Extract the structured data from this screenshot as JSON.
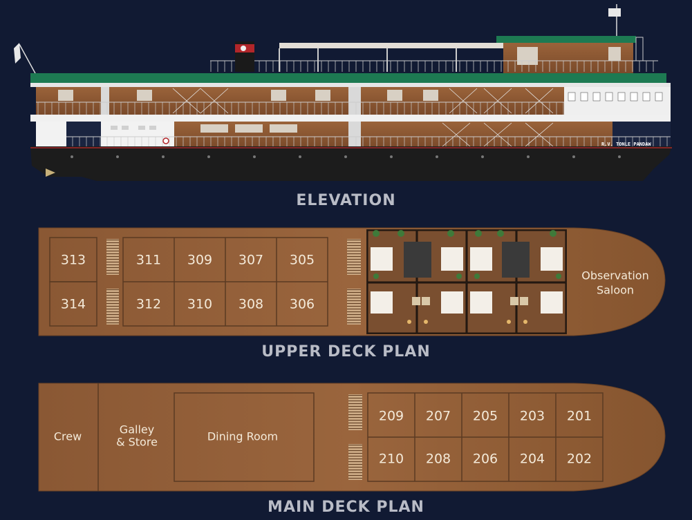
{
  "titles": {
    "elevation": "ELEVATION",
    "upper_deck": "UPPER DECK PLAN",
    "main_deck": "MAIN DECK PLAN"
  },
  "ship_name": "R.V. TONLE PANDAW",
  "upper_deck": {
    "top_rooms": [
      "313",
      "311",
      "309",
      "307",
      "305"
    ],
    "bottom_rooms": [
      "314",
      "312",
      "310",
      "308",
      "306"
    ],
    "observation_line1": "Observation",
    "observation_line2": "Saloon"
  },
  "main_deck": {
    "crew": "Crew",
    "galley_line1": "Galley",
    "galley_line2": "& Store",
    "dining": "Dining Room",
    "top_rooms": [
      "209",
      "207",
      "205",
      "203",
      "201"
    ],
    "bottom_rooms": [
      "210",
      "208",
      "206",
      "204",
      "202"
    ]
  },
  "colors": {
    "background": "#111a33",
    "wood": "#8a5a36",
    "roof_green": "#1d7a52",
    "hull": "#1a1a1a"
  }
}
